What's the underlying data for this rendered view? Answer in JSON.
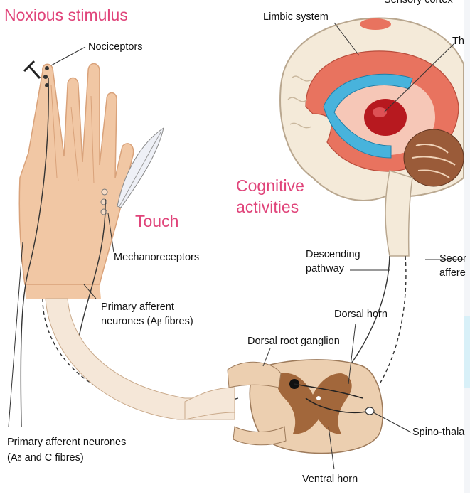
{
  "titles": {
    "noxious": "Noxious stimulus",
    "touch": "Touch",
    "cognitive_line1": "Cognitive",
    "cognitive_line2": "activities"
  },
  "labels": {
    "sensory_cortex": "Sensory cortex",
    "limbic_system": "Limbic system",
    "thalamus_cut": "Th",
    "nociceptors": "Nociceptors",
    "mechanoreceptors": "Mechanoreceptors",
    "descending_line1": "Descending",
    "descending_line2": "pathway",
    "second_line1": "Secor",
    "second_line2": "affere",
    "dorsal_horn": "Dorsal horn",
    "dorsal_root_ganglion": "Dorsal root ganglion",
    "primary_ab_line1": "Primary afferent",
    "primary_ab_line2_pre": "neurones (A",
    "primary_ab_sub": "β",
    "primary_ab_line2_post": " fibres)",
    "primary_ad_line1": "Primary afferent neurones",
    "primary_ad_line2_pre": "(A",
    "primary_ad_sub": "δ",
    "primary_ad_line2_post": " and C fibres)",
    "spino_thalamic": "Spino-thala",
    "ventral_horn": "Ventral horn"
  },
  "colors": {
    "skin": "#f1c7a4",
    "skin_shade": "#d9a27a",
    "brain_outer": "#f4ead9",
    "limbic": "#e8735f",
    "ventricle": "#48b3dc",
    "thalamus": "#b7191f",
    "cerebellum": "#9a5b39",
    "cord_white": "#eccfb0",
    "cord_grey": "#a2673b",
    "accent_pink": "#e0447a"
  }
}
